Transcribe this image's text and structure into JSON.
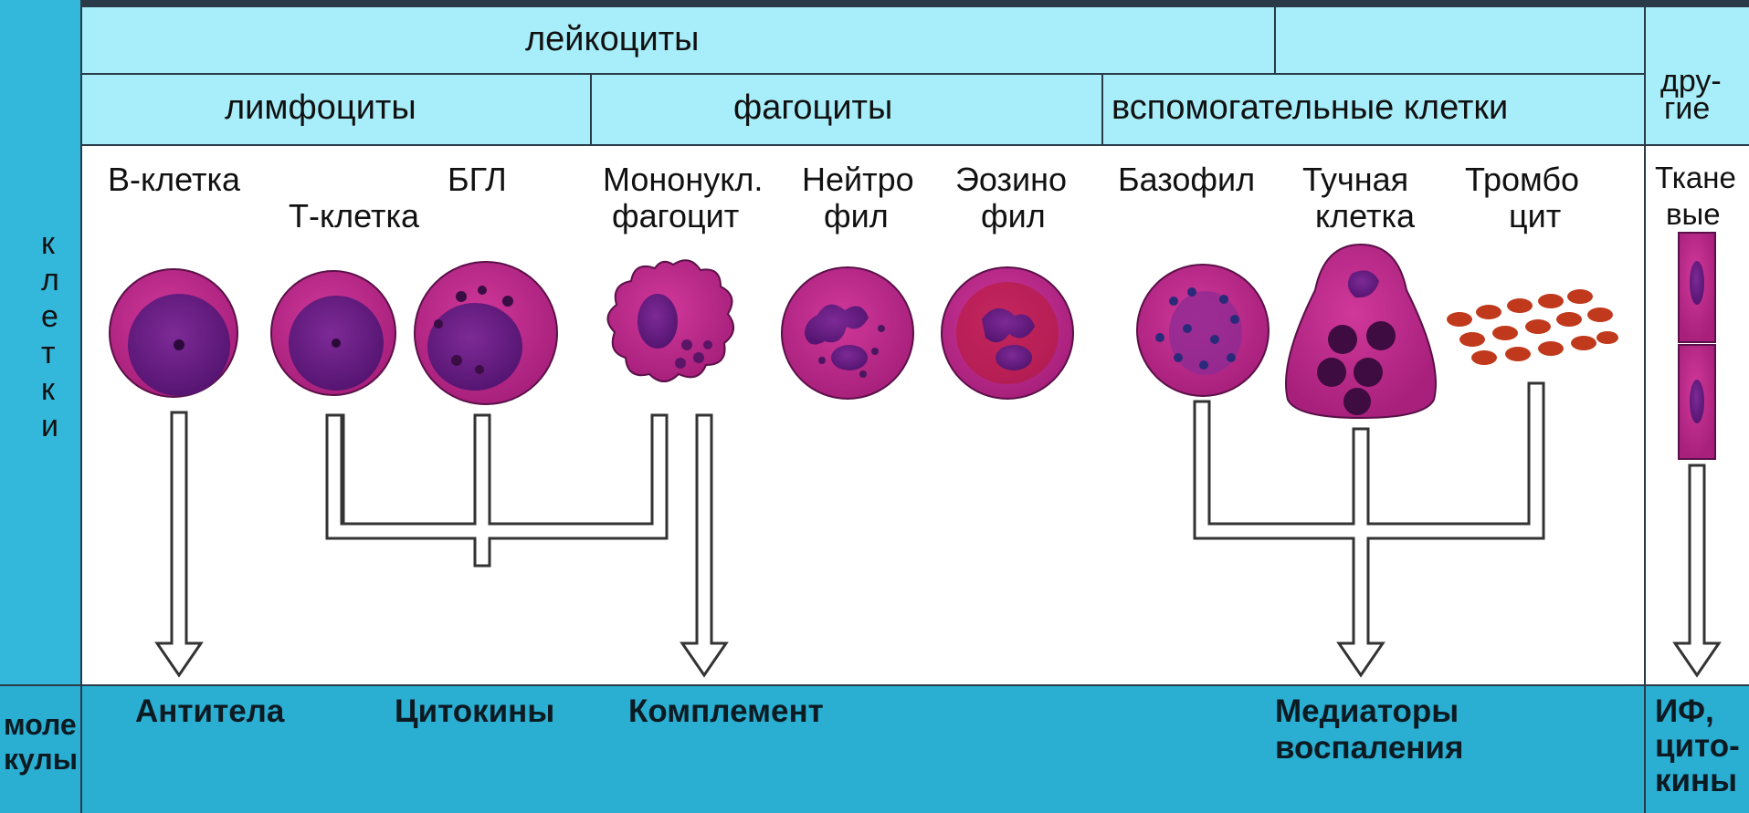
{
  "header": {
    "leukocytes": "лейкоциты",
    "lymphocytes": "лимфоциты",
    "phagocytes": "фагоциты",
    "auxiliary": "вспомогательные клетки",
    "other_line1": "дру-",
    "other_line2": "гие"
  },
  "side": {
    "cells_letters": [
      "к",
      "л",
      "е",
      "т",
      "к",
      "и"
    ],
    "molecules_line1": "моле",
    "molecules_line2": "кулы"
  },
  "cells": [
    {
      "id": "b-cell",
      "lines": [
        "В-клетка"
      ]
    },
    {
      "id": "t-cell",
      "lines": [
        "Т-клетка"
      ]
    },
    {
      "id": "bgl",
      "lines": [
        "БГЛ"
      ]
    },
    {
      "id": "mononuclear-phagocyte",
      "lines": [
        "Мононукл.",
        "фагоцит"
      ]
    },
    {
      "id": "neutrophil",
      "lines": [
        "Нейтро",
        "фил"
      ]
    },
    {
      "id": "eosinophil",
      "lines": [
        "Эозино",
        "фил"
      ]
    },
    {
      "id": "basophil",
      "lines": [
        "Базофил"
      ]
    },
    {
      "id": "mast-cell",
      "lines": [
        "Тучная",
        "клетка"
      ]
    },
    {
      "id": "platelet",
      "lines": [
        "Тромбо",
        "цит"
      ]
    },
    {
      "id": "tissue",
      "lines": [
        "Ткане",
        "вые"
      ]
    }
  ],
  "molecules": {
    "antibodies": "Антитела",
    "cytokines": "Цитокины",
    "complement": "Комплемент",
    "mediators_line1": "Медиаторы",
    "mediators_line2": "воспаления",
    "if_line1": "ИФ,",
    "if_line2": "цито-",
    "if_line3": "кины"
  },
  "colors": {
    "header_bg": "#a8eefa",
    "molecule_bg": "#2aaed2",
    "frame": "#2a3a48",
    "cell_outer": "#c0288c",
    "cell_nucleus": "#6a1d86"
  }
}
